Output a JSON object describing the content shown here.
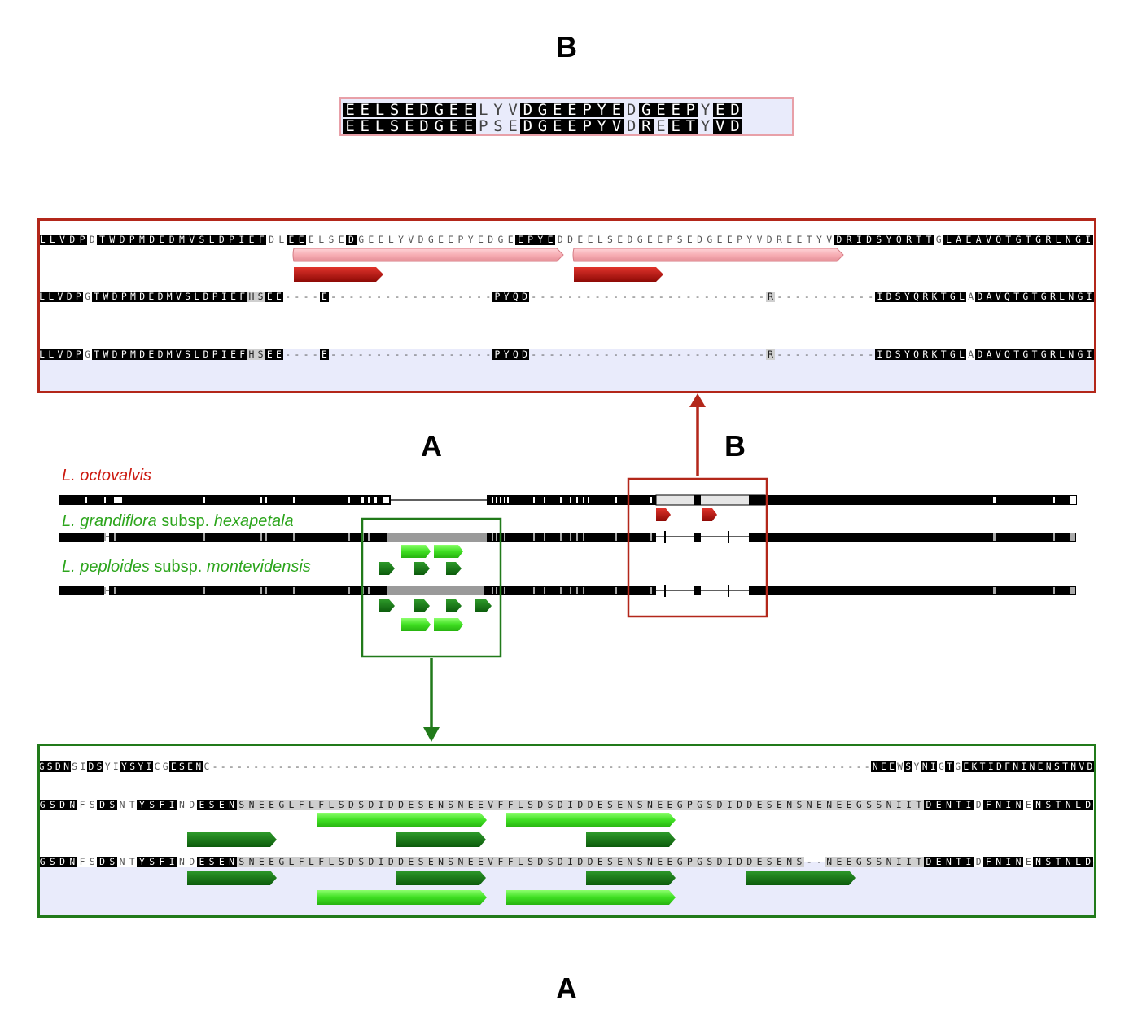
{
  "labels": {
    "top_b": "B",
    "mid_a": "A",
    "mid_b": "B",
    "bottom_a": "A"
  },
  "species": [
    {
      "name": "L. octovalvis",
      "italic_part": "L. octovalvis",
      "rest": "",
      "color": "#cc1a10"
    },
    {
      "name": "L. grandiflora subsp. hexapetala",
      "italic_part": "L. grandiflora",
      "rest": " subsp.  ",
      "italic_tail": "hexapetala",
      "color": "#2ca51c"
    },
    {
      "name": "L. peploides subsp. montevidensis",
      "italic_part": "L. peploides",
      "rest": " subsp. ",
      "italic_tail": "montevidensis",
      "color": "#2ca51c"
    }
  ],
  "species_text": {
    "s0_a": "L. octovalvis",
    "s1_a": "L. grandiflora",
    "s1_b": " subsp.  ",
    "s1_c": "hexapetala",
    "s2_a": "L. peploides",
    "s2_b": " subsp. ",
    "s2_c": "montevidensis"
  },
  "colors": {
    "red_frame": "#b3271a",
    "green_frame": "#217a1a",
    "pink_frame": "#e8a0a8",
    "panel_bg": "#e9ebfb",
    "arrow_red": "#b3271a",
    "arrow_green": "#217a1a"
  },
  "top_b_alignment": {
    "row1": "EELSEDGEELYVDGEEPYEDGEEPYED",
    "row2": "EELSEDGEEPSEDGEEPYVDREETYVD",
    "row1_shade": "bbbbbbbbbwwwbbbbbbbwbbbbwbb",
    "row2_shade": "bbbbbbbbbwwwbbbbbbbwbwbbwbb"
  },
  "panel_b": {
    "rows": [
      {
        "text": "LLVDPDTWDPMDEDMVSLDPIEFDLEEELSEDGEELYVDGEEPYEDGEEPYEDDEELSEDGEEPSEDGEEPYVDREETYVDRIDSYQRTTGLAEAVQTGTGRLNGI",
        "shade": "bbbbbwbbbbbbbbbbbbbbbbbwwbbwwwwbwwwwwwwwwwwwwwwwbbbbwwwwwwwwwwwwwwwwwwwwwwwwwwwwbbbbbbbbbbwbbbbbbbbbbbbbbbbbbb"
      },
      {
        "text": "LLVDPGTWDPMDEDMVSLDPIEFHSEE----E------------------PYQD--------------------------R-----------IDSYQRKTGLADAVQTGTGRLNGI",
        "shade": "bbbbbwbbbbbbbbbbbbbbbbbggbbggggbggggggggggggggggggbbbbggggggggggggggggggggggggggggggggggggggbbbbbbbbbbwbbbbbbbbbbbbbbbbbbb"
      },
      {
        "text": "LLVDPGTWDPMDEDMVSLDPIEFHSEE----E------------------PYQD--------------------------R-----------IDSYQRKTGLADAVQTGTGRLNGI",
        "shade": "bbbbbwbbbbbbbbbbbbbbbbbggbbggggbggggggggggggggggggbbbbggggggggggggggggggggggggggggggggggggggbbbbbbbbbbwbbbbbbbbbbbbbbbbbbb"
      }
    ]
  },
  "panel_a": {
    "rows": [
      {
        "text": "GSDNSIDSYIYSYICGESENC--------------------------------------------------------------------------------NEEWSYNIGTGEKTIDFNINENSTNVD",
        "shade": "bbbbwwbbwwbbbbwwbbbbwggggggggggggggggggggggggggggggggggggggggggggggggggggggggggggggggggggggggggggggggbbbwbwbbwbwbbbbbbbbbbbbbbbb"
      },
      {
        "text": "GSDNFSDSNTYSFINDESENSNEEGLFLFLSDSDIDDESENSNEEVFFLSDSDIDDESENSNEEGPGSDIDDESENSNENEEGSSNIITDENTIDFNINENSTNLD",
        "shade": "bbbbwwbbwwbbbbwwbbbbgggggggggggggggggggggggggggggggggggggggggggggggggggggggggggggggggggggbbbbbwbbbbwbbbbbbbbbbbbbbb"
      },
      {
        "text": "GSDNFSDSNTYSFINDESENSNEEGLFLFLSDSDIDDESENSNEEVFFLSDSDIDDESENSNEEGPGSDIDDESENS--NEEGSSNIITDENTIDFNINENSTNLD",
        "shade": "bbbbwwbbwwbbbbwwbbbbgggggggggggggggggggggggggggggggggggggggggggggggggggggggggggggggggggggbbbbbwbbbbwbbbbbbbbbbbbbbb"
      }
    ]
  }
}
